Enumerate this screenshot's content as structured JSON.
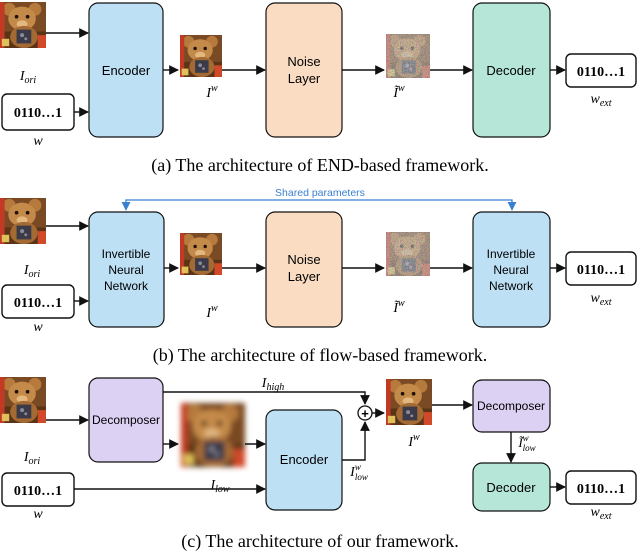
{
  "colors": {
    "module_blue": "#bde0f5",
    "module_orange": "#fadcc3",
    "module_green": "#b6e6d7",
    "module_purple": "#dcd0f3",
    "shared_arrow": "#3a7fd0",
    "stroke": "#111111"
  },
  "panel_a": {
    "caption": "(a) The architecture of END-based framework.",
    "image_ori_label": "I",
    "image_ori_sub": "ori",
    "watermark_bits": "0110…1",
    "watermark_label": "w",
    "encoder_label": "Encoder",
    "encoded_label": "I",
    "encoded_sup": "w",
    "noise_label_line1": "Noise",
    "noise_label_line2": "Layer",
    "noised_label": "Ĩ",
    "noised_sup": "w",
    "decoder_label": "Decoder",
    "output_bits": "0110…1",
    "output_label": "w",
    "output_sub": "ext"
  },
  "panel_b": {
    "caption": "(b) The architecture of flow-based framework.",
    "shared_label": "Shared parameters",
    "image_ori_label": "I",
    "image_ori_sub": "ori",
    "watermark_bits": "0110…1",
    "watermark_label": "w",
    "inn_line1": "Invertible",
    "inn_line2": "Neural",
    "inn_line3": "Network",
    "encoded_label": "I",
    "encoded_sup": "w",
    "noise_label_line1": "Noise",
    "noise_label_line2": "Layer",
    "noised_label": "Ĩ",
    "noised_sup": "w",
    "output_bits": "0110…1",
    "output_label": "w",
    "output_sub": "ext"
  },
  "panel_c": {
    "caption": "(c) The architecture of our framework.",
    "image_ori_label": "I",
    "image_ori_sub": "ori",
    "decomposer_label": "Decomposer",
    "high_label": "I",
    "high_sub": "high",
    "low_label": "I",
    "low_sub": "low",
    "watermark_bits": "0110…1",
    "watermark_label": "w",
    "encoder_label": "Encoder",
    "low_w_label": "I",
    "low_w_sup": "w",
    "low_w_sub": "low",
    "plus_symbol": "+",
    "encoded_label": "I",
    "encoded_sup": "w",
    "decomposer2_label": "Decomposer",
    "low_tilde_label": "Ĩ",
    "low_tilde_sup": "w",
    "low_tilde_sub": "low",
    "decoder_label": "Decoder",
    "output_bits": "0110…1",
    "output_label": "w",
    "output_sub": "ext"
  }
}
